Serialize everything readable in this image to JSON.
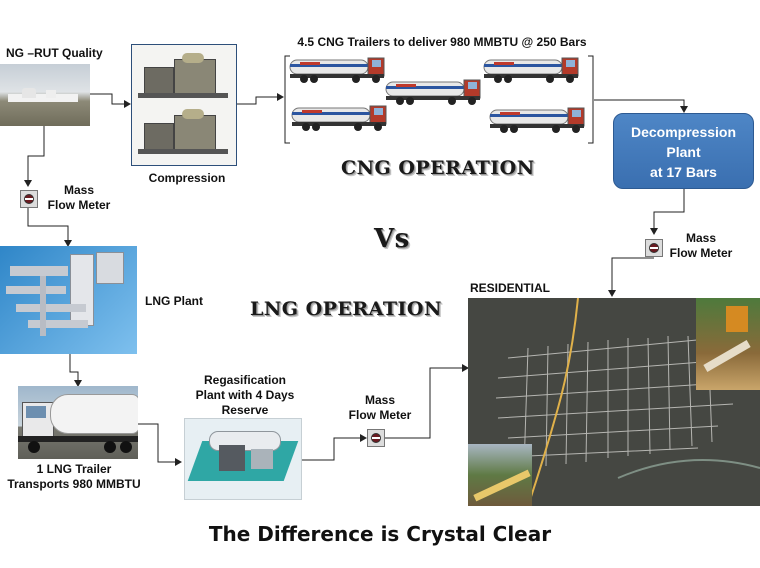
{
  "top_caption": "4.5  CNG Trailers to deliver 980 MMBTU @ 250 Bars",
  "source_label": "NG –RUT Quality",
  "compression_label": "Compression",
  "decompression": {
    "line1": "Decompression",
    "line2": "Plant",
    "line3": "at 17 Bars"
  },
  "cng_operation_title": "CNG OPERATION",
  "vs_text": "Vs",
  "lng_operation_title": "LNG OPERATION",
  "mass_flow_meter_left": {
    "line1": "Mass",
    "line2": "Flow Meter"
  },
  "mass_flow_meter_right": {
    "line1": "Mass",
    "line2": "Flow Meter"
  },
  "mass_flow_meter_bottom": {
    "line1": "Mass",
    "line2": "Flow Meter"
  },
  "lng_plant_label": "LNG Plant",
  "regas_label": {
    "line1": "Regasification",
    "line2": "Plant with 4 Days",
    "line3": "Reserve"
  },
  "lng_trailer_label": {
    "line1": "1 LNG Trailer",
    "line2": "Transports 980 MMBTU"
  },
  "residential_label": "RESIDENTIAL",
  "footer": "The Difference is Crystal Clear",
  "colors": {
    "decompression_fill": "#3f77b8",
    "meter_dial": "#6a1a20",
    "arrow": "#222222"
  }
}
